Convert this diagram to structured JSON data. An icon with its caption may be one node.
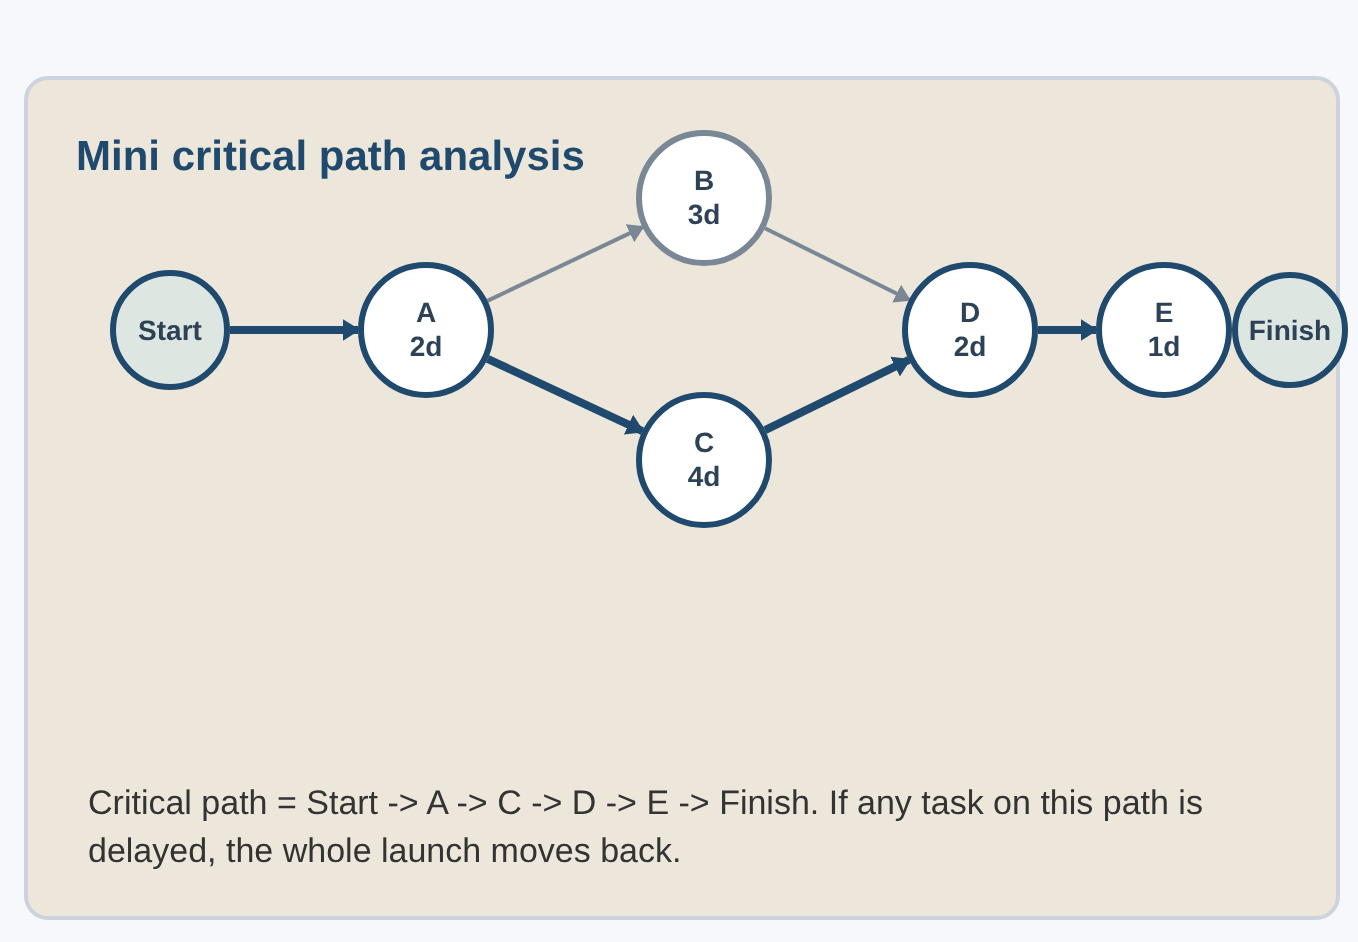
{
  "diagram": {
    "title": "Mini critical path analysis",
    "nodes": [
      {
        "text": [
          "Start"
        ]
      },
      {
        "text": [
          "A",
          "2d"
        ]
      },
      {
        "text": [
          "B",
          "3d"
        ]
      },
      {
        "text": [
          "C",
          "4d"
        ]
      },
      {
        "text": [
          "D",
          "2d"
        ]
      },
      {
        "text": [
          "E",
          "1d"
        ]
      },
      {
        "text": [
          "Finish"
        ]
      }
    ],
    "edges": [
      {
        "from": 0,
        "to": 1,
        "arrow": "to"
      },
      {
        "from": 1,
        "to": 2,
        "arrow": "to",
        "color": "#7a8896"
      },
      {
        "from": 1,
        "to": 3,
        "arrow": "to"
      },
      {
        "from": 2,
        "to": 4,
        "arrow": "to",
        "color": "#7a8896"
      },
      {
        "from": 3,
        "to": 4,
        "arrow": "to"
      },
      {
        "from": 4,
        "to": 5,
        "arrow": "to"
      }
    ],
    "caption": "Critical path = Start -> A -> C -> D -> E -> Finish. If any task on this path is delayed, the whole launch moves back."
  }
}
